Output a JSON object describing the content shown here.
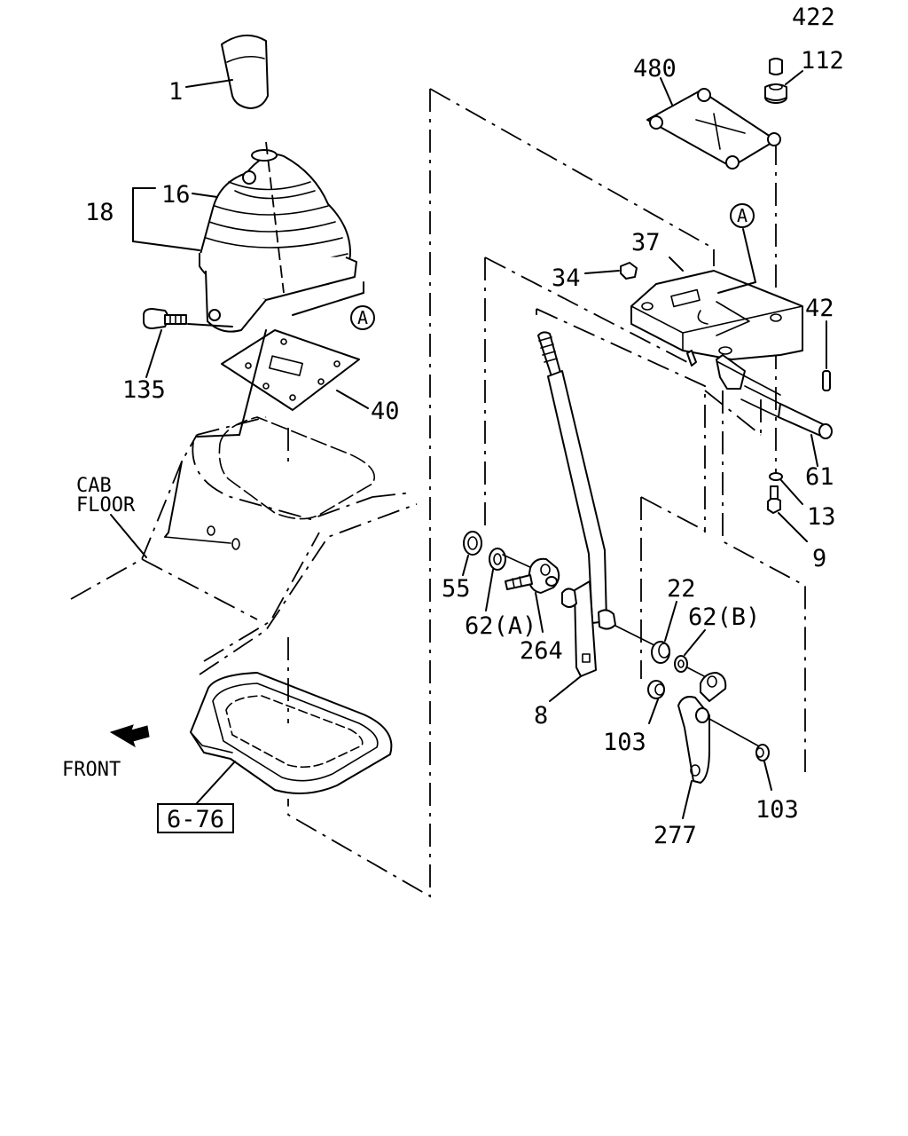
{
  "labels": {
    "p1": "1",
    "p16": "16",
    "p18": "18",
    "p135": "135",
    "p40": "40",
    "cab": "CAB",
    "floor": "FLOOR",
    "front": "FRONT",
    "ref": "6-76",
    "circle_a": "A",
    "p422": "422",
    "p112": "112",
    "p480": "480",
    "p37": "37",
    "p34": "34",
    "p42": "42",
    "p61": "61",
    "p13": "13",
    "p9": "9",
    "p55": "55",
    "p62a": "62(A)",
    "p264": "264",
    "p22": "22",
    "p62b": "62(B)",
    "p8": "8",
    "p103a": "103",
    "p103b": "103",
    "p277": "277"
  }
}
